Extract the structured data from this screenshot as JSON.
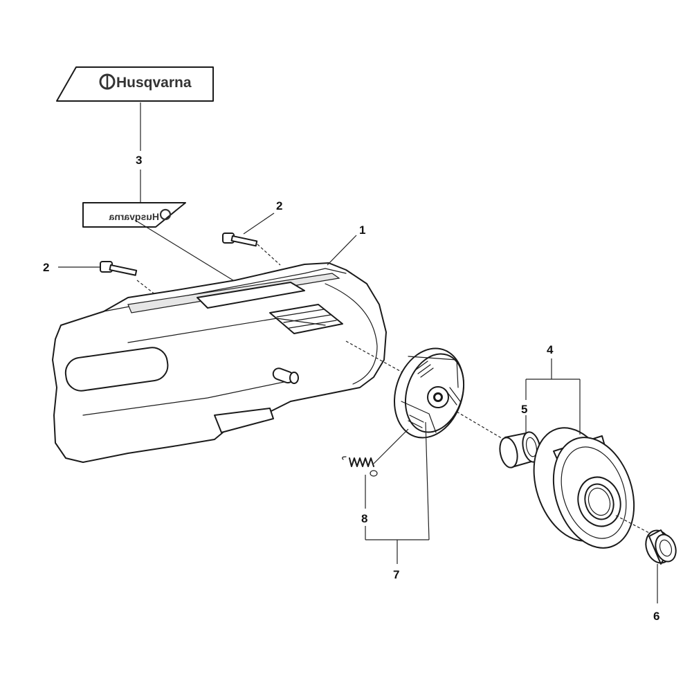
{
  "brand_label": "Husqvarna",
  "callouts": {
    "cover": "1",
    "bolt_upper": "2",
    "bolt_lower": "2",
    "decal": "3",
    "drum_assembly": "4",
    "needle_bearing": "5",
    "washer_nut": "6",
    "clutch_assembly": "7",
    "spring": "8"
  }
}
